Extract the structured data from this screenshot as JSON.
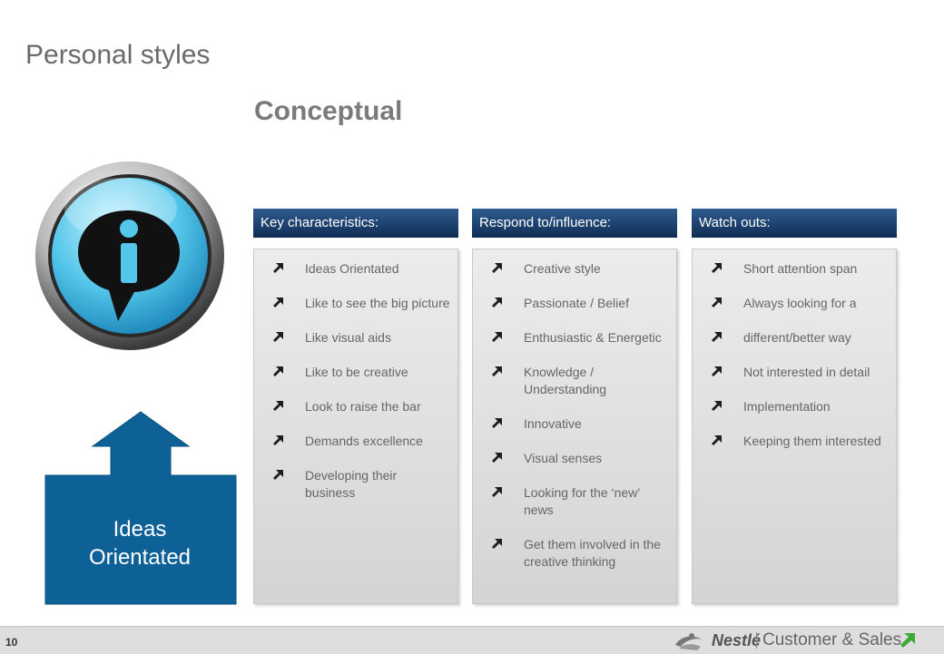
{
  "slide": {
    "title": "Personal styles",
    "subtitle": "Conceptual",
    "page_number": "10"
  },
  "arrow": {
    "label_line1": "Ideas",
    "label_line2": "Orientated",
    "color": "#0e6196"
  },
  "columns": [
    {
      "header": "Key characteristics:",
      "items": [
        "Ideas Orientated",
        "Like to see the big picture",
        "Like visual aids",
        "Like to be creative",
        "Look to raise the bar",
        "Demands excellence",
        "Developing their business"
      ]
    },
    {
      "header": "Respond to/influence:",
      "items": [
        "Creative style",
        "Passionate / Belief",
        "Enthusiastic & Energetic",
        "Knowledge / Understanding",
        "Innovative",
        "Visual senses",
        "Looking for the ‘new’ news",
        "Get them involved in the creative thinking"
      ]
    },
    {
      "header": "Watch outs:",
      "items": [
        "Short attention span",
        "Always looking for a",
        "different/better way",
        "Not interested in detail",
        "Implementation",
        "Keeping them interested"
      ]
    }
  ],
  "footer": {
    "brand": "Nestlé",
    "tagline": "Customer & Sales",
    "accent": "#3aa935"
  },
  "icons": {
    "badge": "info-speech-bubble-icon",
    "bullet": "diagonal-arrow-icon"
  }
}
